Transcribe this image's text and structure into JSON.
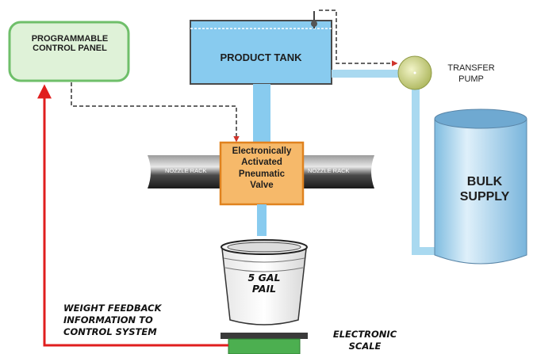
{
  "labels": {
    "control_panel": "PROGRAMMABLE\nCONTROL PANEL",
    "product_tank": "PRODUCT TANK",
    "transfer_pump": "TRANSFER\nPUMP",
    "bulk_supply": "BULK\nSUPPLY",
    "valve": "Electronically\nActivated\nPneumatic\nValve",
    "nozzle_rack_left": "NOZZLE RACK",
    "nozzle_rack_right": "NOZZLE RACK",
    "pail": "5 GAL\nPAIL",
    "weight_feedback": "WEIGHT FEEDBACK\nINFORMATION TO\nCONTROL SYSTEM",
    "electronic_scale": "ELECTRONIC\nSCALE"
  },
  "colors": {
    "panel_fill": "#dff2d8",
    "panel_border": "#6fbf6a",
    "tank_fill": "#88cbef",
    "pipe": "#a9d9f0",
    "valve_fill": "#f6b96a",
    "valve_border": "#e0821e",
    "pump": "#cfd68a",
    "feedback_arrow": "#e01e1e",
    "scale": "#4caf50",
    "signal_line": "#333333"
  }
}
